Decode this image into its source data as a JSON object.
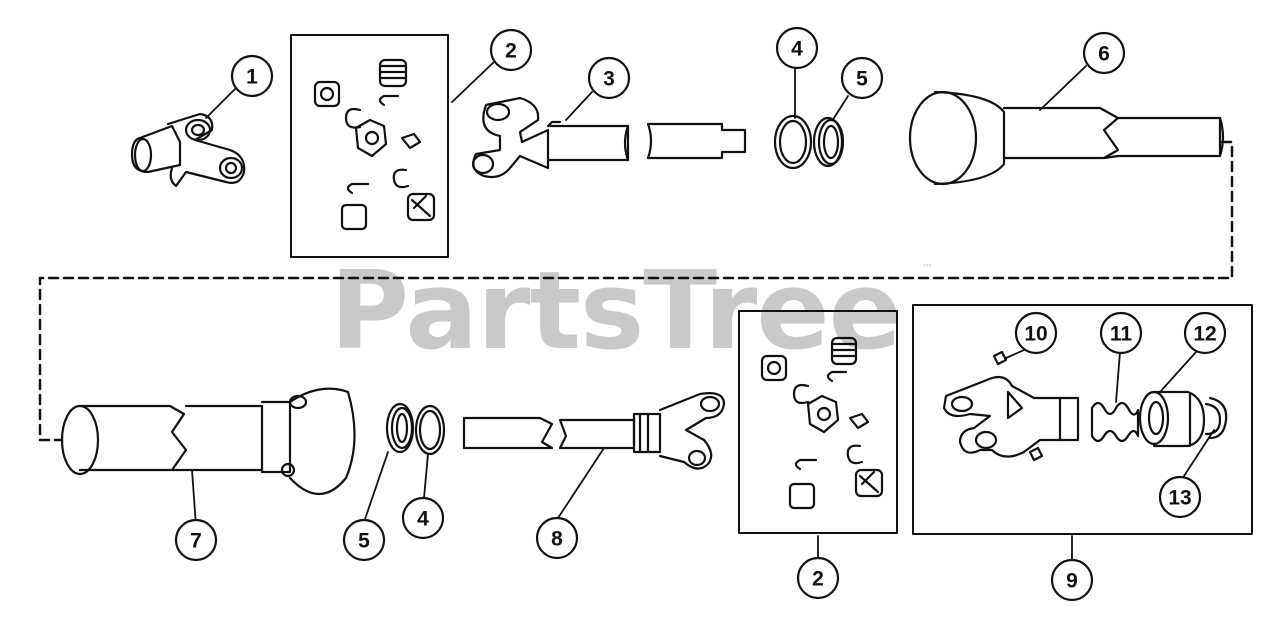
{
  "watermark": {
    "text": "PartsTree",
    "tm": "™"
  },
  "callouts": {
    "c1": "1",
    "c2a": "2",
    "c3": "3",
    "c4a": "4",
    "c5a": "5",
    "c6": "6",
    "c7": "7",
    "c5b": "5",
    "c4b": "4",
    "c8": "8",
    "c2b": "2",
    "c9": "9",
    "c10": "10",
    "c11": "11",
    "c12": "12",
    "c13": "13"
  }
}
